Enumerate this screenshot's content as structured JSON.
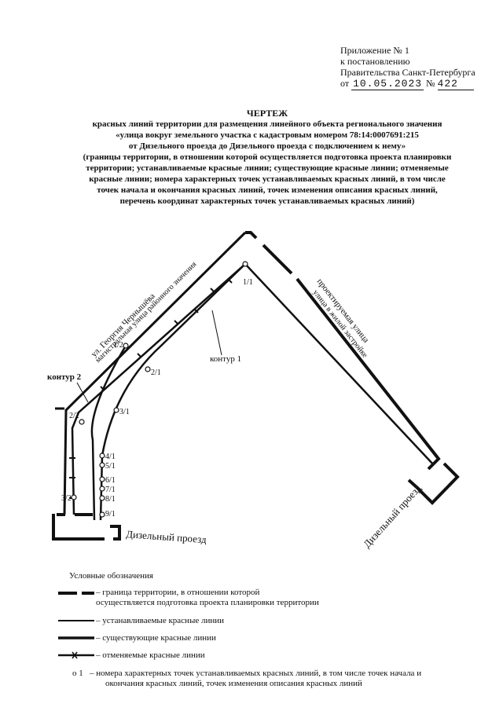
{
  "appendix": {
    "line1": "Приложение № 1",
    "line2": "к постановлению",
    "line3": "Правительства Санкт-Петербурга",
    "date_prefix": "от",
    "date": "10.05.2023",
    "number_prefix": "№",
    "number": "422"
  },
  "title": {
    "heading": "ЧЕРТЕЖ",
    "lines": [
      "красных линий территории для размещения линейного объекта регионального значения",
      "«улица вокруг земельного участка с кадастровым номером 78:14:0007691:215",
      "от Дизельного проезда до Дизельного проезда с подключением к нему»",
      "(границы территории, в отношении которой осуществляется подготовка проекта планировки",
      "территории; устанавливаемые красные линии; существующие красные линии; отменяемые",
      "красные линии; номера характерных точек устанавливаемых красных линий, в том числе",
      "точек начала и окончания красных линий, точек изменения описания красных линий,",
      "перечень координат характерных точек  устанавливаемых красных линий)"
    ]
  },
  "map": {
    "street_left_1": "ул. Георгия Чернышёва",
    "street_left_2": "магистральная улица районного значения",
    "street_right_1": "проектируемая улица",
    "street_right_2": "улица в жилой застройке",
    "street_bottom_left": "Дизельный проезд",
    "street_bottom_right": "Дизельный проезд",
    "contour1": "контур 1",
    "contour2": "контур 2",
    "points": {
      "p1_1": "1/1",
      "p1_2": "1/2",
      "p2_1": "2/1",
      "p2_2": "2/2",
      "p3_1": "3/1",
      "p3_2": "3/2",
      "p4_1": "4/1",
      "p5_1": "5/1",
      "p6_1": "6/1",
      "p7_1": "7/1",
      "p8_1": "8/1",
      "p9_1": "9/1"
    }
  },
  "legend": {
    "title": "Условные обозначения",
    "items": [
      {
        "line1": "– граница территории, в отношении которой",
        "line2": "осуществляется подготовка проекта планировки территории"
      },
      {
        "line1": "– устанавливаемые красные линии"
      },
      {
        "line1": "– существующие красные линии"
      },
      {
        "line1": "– отменяемые красные линии"
      },
      {
        "symbol": "о 1",
        "line1": "– номера характерных точек устанавливаемых красных линий, в том числе точек начала и",
        "line2": "окончания красных линий, точек изменения описания красных линий"
      }
    ]
  }
}
